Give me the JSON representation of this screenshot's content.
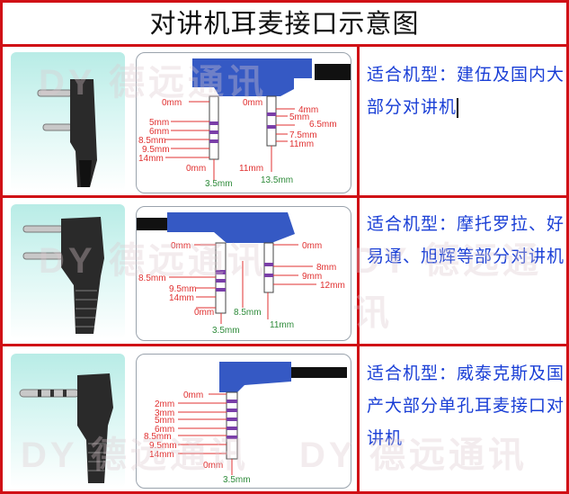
{
  "title": "对讲机耳麦接口示意图",
  "accent_color": "#d01016",
  "text_color": "#1a3fd6",
  "watermark": "DY 德远通讯",
  "rows": [
    {
      "description": "适合机型：建伍及国内大部分对讲机",
      "labels": {
        "left": [
          "0mm",
          "5mm",
          "6mm",
          "8.5mm",
          "9.5mm",
          "14mm"
        ],
        "right": [
          "0mm",
          "4mm",
          "5mm",
          "6.5mm",
          "7.5mm",
          "11mm"
        ],
        "bottom_left": "0mm",
        "bottom_left2": "3.5mm",
        "bottom_mid": "11mm",
        "bottom_right": "13.5mm"
      }
    },
    {
      "description": "适合机型：摩托罗拉、好易通、旭辉等部分对讲机",
      "labels": {
        "top_left": "0mm",
        "top_right": "0mm",
        "left": [
          "8.5mm",
          "9.5mm",
          "14mm",
          "0mm"
        ],
        "mid": "8.5mm",
        "right": [
          "8mm",
          "9mm",
          "12mm"
        ],
        "bottom_left": "3.5mm",
        "bottom_right": "11mm"
      }
    },
    {
      "description": "适合机型：威泰克斯及国产大部分单孔耳麦接口对讲机",
      "labels": {
        "left": [
          "0mm",
          "2mm",
          "3mm",
          "5mm",
          "6mm",
          "8.5mm",
          "9.5mm",
          "14mm",
          "0mm"
        ],
        "bottom": "3.5mm"
      }
    }
  ]
}
